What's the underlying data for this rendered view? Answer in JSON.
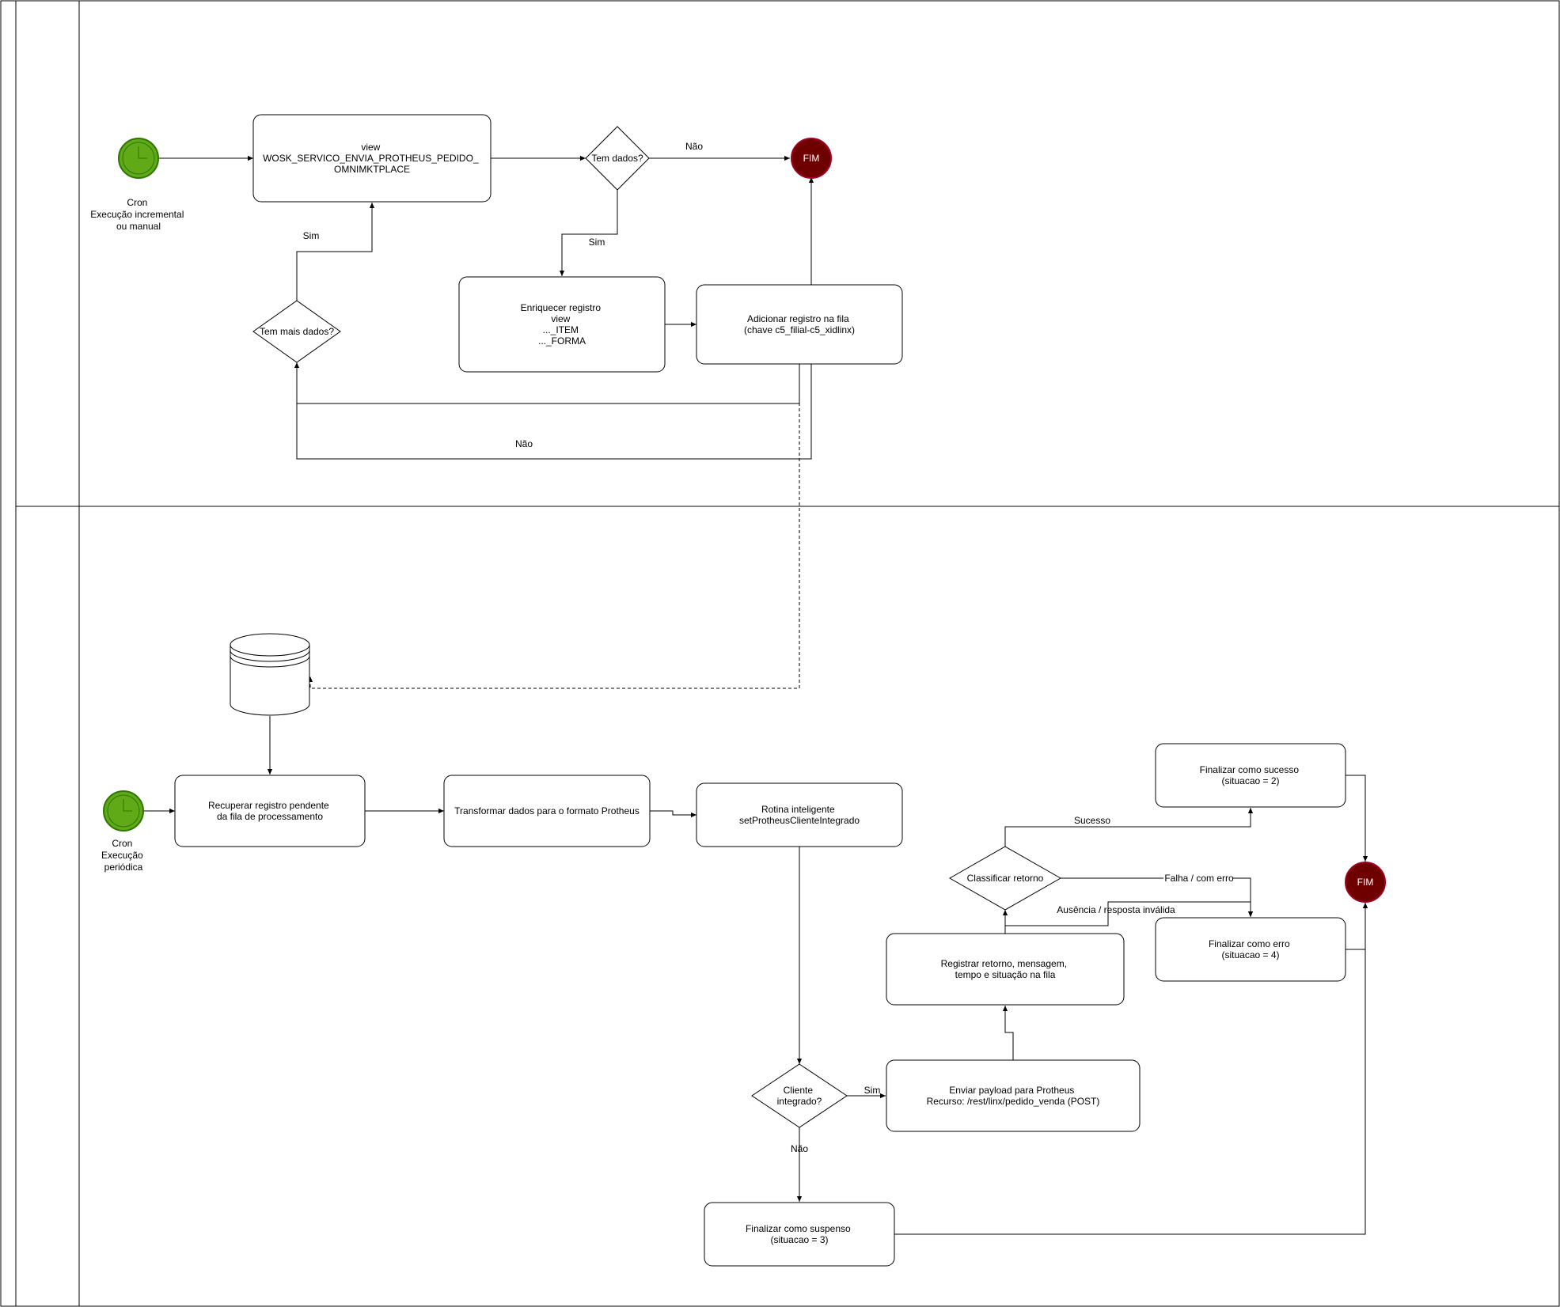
{
  "start_events": {
    "top": {
      "lines": [
        "Cron",
        "Execução incremental",
        "ou manual"
      ]
    },
    "bottom": {
      "lines": [
        "Cron",
        "Execução",
        "periódica"
      ]
    }
  },
  "end_events": {
    "top": "FIM",
    "bottom": "FIM"
  },
  "tasks": {
    "view": [
      "view",
      "WOSK_SERVICO_ENVIA_PROTHEUS_PEDIDO_",
      "OMNIMKTPLACE"
    ],
    "enrich": [
      "Enriquecer registro",
      "view",
      "..._ITEM",
      "..._FORMA"
    ],
    "add_queue": [
      "Adicionar registro na fila",
      "(chave c5_filial-c5_xidlinx)"
    ],
    "recover": [
      "Recuperar registro pendente",
      "da fila de processamento"
    ],
    "transform": [
      "Transformar dados para o formato Protheus"
    ],
    "routine": [
      "Rotina inteligente",
      "setProtheusClienteIntegrado"
    ],
    "send": [
      "Enviar payload para Protheus",
      "Recurso: /rest/linx/pedido_venda (POST)"
    ],
    "register": [
      "Registrar retorno, mensagem,",
      "tempo e situação na fila"
    ],
    "success": [
      "Finalizar como sucesso",
      "(situacao = 2)"
    ],
    "error": [
      "Finalizar como erro",
      "(situacao = 4)"
    ],
    "suspended": [
      "Finalizar como suspenso",
      "(situacao = 3)"
    ]
  },
  "gateways": {
    "has_data": [
      "Tem dados?"
    ],
    "more_data": [
      "Tem mais dados?"
    ],
    "client": [
      "Cliente",
      "integrado?"
    ],
    "classify": [
      "Classificar retorno"
    ]
  },
  "edge_labels": {
    "no_top": "Não",
    "yes_top": "Sim",
    "yes_more": "Sim",
    "no_loop": "Não",
    "yes_client": "Sim",
    "no_client": "Não",
    "success": "Sucesso",
    "fail": "Falha / com erro",
    "absence": "Ausência / resposta inválida"
  },
  "colors": {
    "start_fill": "#60a917",
    "start_stroke": "#2d7600",
    "end_fill": "#6f0000",
    "end_stroke": "#a20025",
    "line": "#000000"
  }
}
